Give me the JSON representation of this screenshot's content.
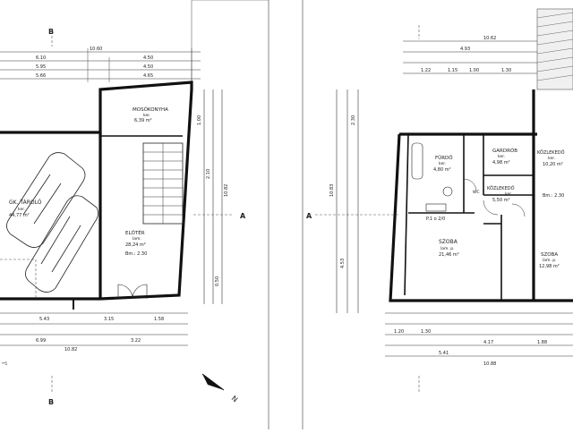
{
  "left_plan": {
    "top_dims": [
      "10.60",
      "6.10",
      "4.50",
      "5.95",
      "4.50",
      "5.66",
      "4.65"
    ],
    "bottom_dims": [
      "5.43",
      "3.15",
      "1.58",
      "6.99",
      "3.22",
      "10.82"
    ],
    "right_dims": [
      "1.00",
      "2.10",
      "0.50",
      "10.82"
    ],
    "section_marks": [
      "B",
      "B",
      "A"
    ],
    "rooms": {
      "kitchen_name": "MOSÓKONYHA",
      "kitchen_floor": "ker.",
      "kitchen_area": "6,39 m²",
      "garage_name": "GK. TÁROLÓ",
      "garage_floor": "ker.",
      "garage_area": "44,77 m²",
      "hall_name": "ELŐTÉR",
      "hall_floor": "lam.",
      "hall_area": "28,24 m²",
      "hall_height": "Bm.: 2.30"
    },
    "footnote": "ᴮᴿ5"
  },
  "right_plan": {
    "top_dims": [
      "10.62",
      "4.93",
      "1.22",
      "1.15",
      "1.00",
      "1.30"
    ],
    "bottom_dims": [
      "1.20",
      "1.30",
      "4.17",
      "1.88",
      "5.41",
      "10.88"
    ],
    "left_dims": [
      "4.53",
      "2.30",
      "10.83"
    ],
    "section_marks": [
      "A"
    ],
    "rooms": {
      "bath_name": "FÜRDŐ",
      "bath_floor": "ker.",
      "bath_area": "4,80 m²",
      "wardrobe_name": "GARDRÓB",
      "wardrobe_floor": "ker.",
      "wardrobe_area": "4,98 m²",
      "corridor_name": "KÖZLEKEDŐ",
      "corridor_floor": "ker.",
      "corridor_area": "5,50 m²",
      "living_name": "KÖZLEKEDŐ",
      "living_floor": "ker.",
      "living_area": "10,20 m²",
      "living_height": "Bm.: 2.30",
      "room1_name": "SZOBA",
      "room1_floor": "lam. p.",
      "room1_area": "21,46 m²",
      "room2_name": "SZOBA",
      "room2_floor": "lam. p.",
      "room2_area": "12,98 m²",
      "wc_label": "WC",
      "pos_label": "P.1 o 2/0"
    }
  }
}
